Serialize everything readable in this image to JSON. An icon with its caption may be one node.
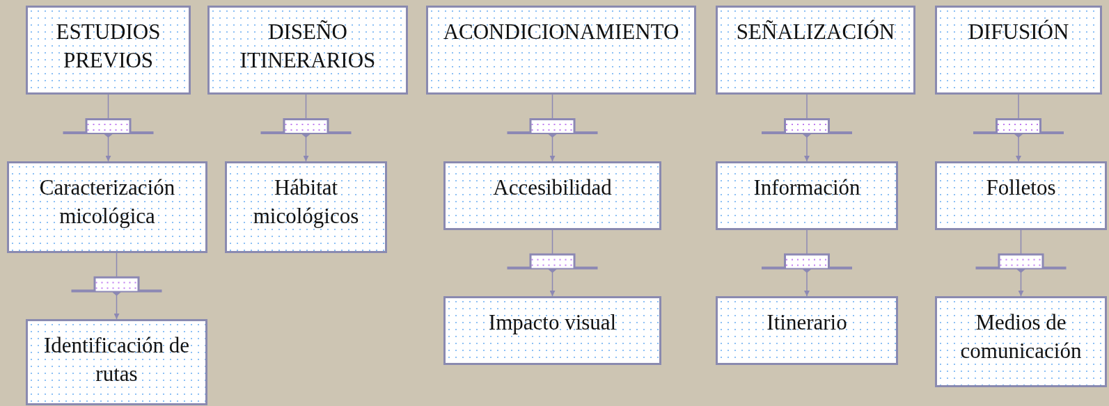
{
  "diagram": {
    "nodes": [
      {
        "text": [
          "ESTUDIOS PREVIOS"
        ]
      },
      {
        "text": [
          "DISEÑO ITINERARIOS"
        ]
      },
      {
        "text": [
          "ACONDICIONAMIENTO"
        ]
      },
      {
        "text": [
          "SEÑALIZACIÓN"
        ]
      },
      {
        "text": [
          "DIFUSIÓN"
        ]
      },
      {
        "text": [
          "Caracterización micológica"
        ]
      },
      {
        "text": [
          "Hábitat micológicos"
        ]
      },
      {
        "text": [
          "Accesibilidad"
        ]
      },
      {
        "text": [
          "Información"
        ]
      },
      {
        "text": [
          "Folletos"
        ]
      },
      {
        "text": [
          "Identificación de rutas"
        ]
      },
      {
        "text": [
          "Impacto visual"
        ]
      },
      {
        "text": [
          "Itinerario"
        ]
      },
      {
        "text": [
          "Medios de comunicación"
        ]
      }
    ],
    "edges": [
      {
        "from": 0,
        "to": 5,
        "arrow": "to"
      },
      {
        "from": 1,
        "to": 6,
        "arrow": "to"
      },
      {
        "from": 2,
        "to": 7,
        "arrow": "to"
      },
      {
        "from": 3,
        "to": 8,
        "arrow": "to"
      },
      {
        "from": 4,
        "to": 9,
        "arrow": "to"
      },
      {
        "from": 5,
        "to": 10,
        "arrow": "to"
      },
      {
        "from": 7,
        "to": 11,
        "arrow": "to"
      },
      {
        "from": 8,
        "to": 12,
        "arrow": "to"
      },
      {
        "from": 9,
        "to": 13,
        "arrow": "to"
      }
    ]
  }
}
